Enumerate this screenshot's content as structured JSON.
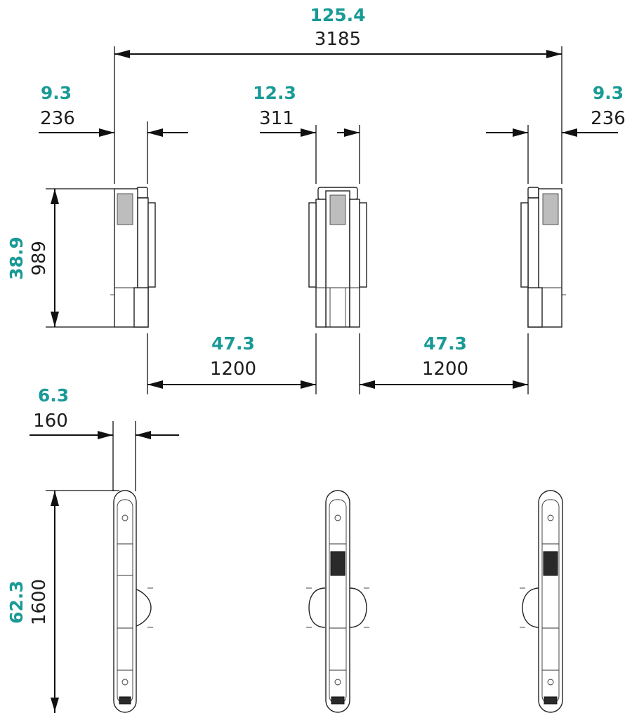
{
  "dimensions": {
    "overall_width": {
      "inch": "125.4",
      "mm": "3185"
    },
    "left_offset": {
      "inch": "9.3",
      "mm": "236"
    },
    "center_width": {
      "inch": "12.3",
      "mm": "311"
    },
    "right_offset": {
      "inch": "9.3",
      "mm": "236"
    },
    "height": {
      "inch": "38.9",
      "mm": "989"
    },
    "spacing_left": {
      "inch": "47.3",
      "mm": "1200"
    },
    "spacing_right": {
      "inch": "47.3",
      "mm": "1200"
    },
    "top_depth": {
      "inch": "6.3",
      "mm": "160"
    },
    "top_length": {
      "inch": "62.3",
      "mm": "1600"
    }
  },
  "colors": {
    "inch_text": "#1a9a96",
    "mm_text": "#1c1c1c",
    "lines": "#111111"
  }
}
